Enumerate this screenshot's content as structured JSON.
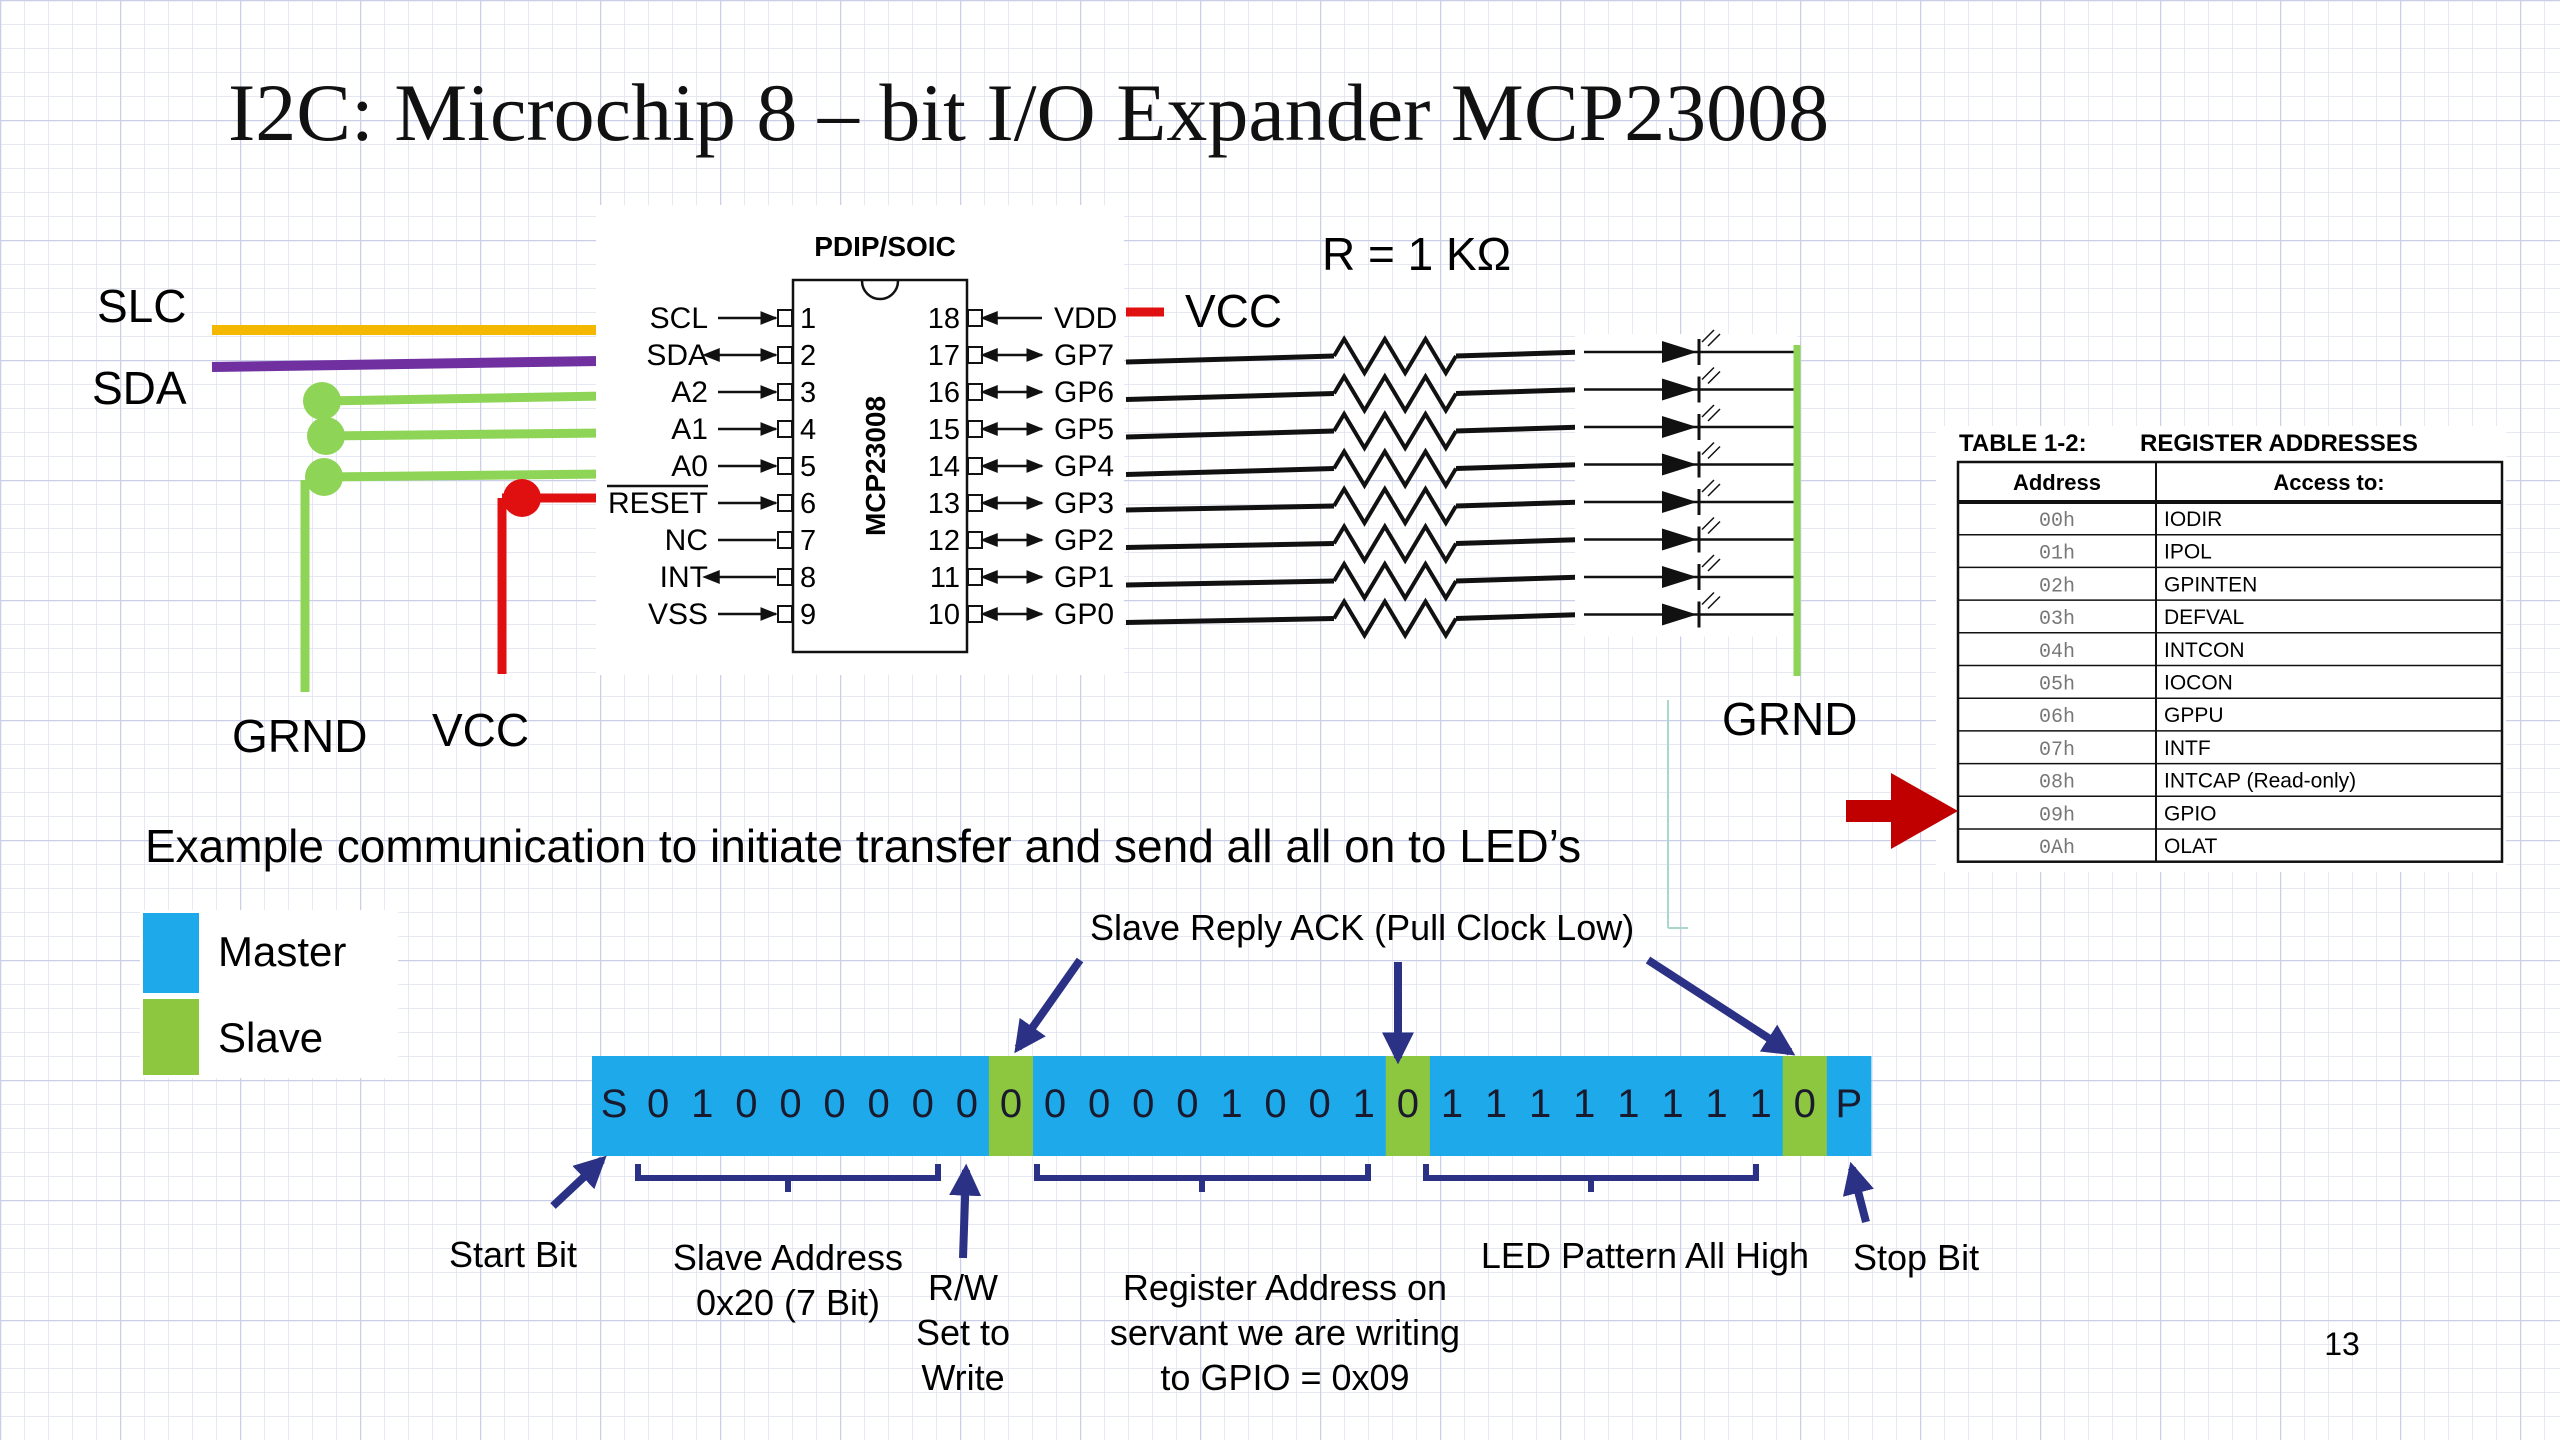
{
  "title": "I2C:  Microchip  8 – bit I/O Expander MCP23008",
  "page_number": "13",
  "colors": {
    "master": "#1eaaea",
    "slave": "#8dc63f",
    "scl_wire": "#f5b800",
    "sda_wire": "#7030a0",
    "ground_wire": "#8ed457",
    "vcc_wire": "#e01010",
    "arrow_navy": "#2b3184",
    "pointer_red": "#c00000",
    "grid": "#c8cfe6"
  },
  "circuit": {
    "slc_label": "SLC",
    "sda_label": "SDA",
    "grnd_left": "GRND",
    "vcc_left": "VCC",
    "vcc_right": "VCC",
    "grnd_right": "GRND",
    "resistor_label": "R = 1 KΩ"
  },
  "chip": {
    "package_label": "PDIP/SOIC",
    "part_label": "MCP23008",
    "left_pins": [
      {
        "name": "SCL",
        "num": "1",
        "dir": "in"
      },
      {
        "name": "SDA",
        "num": "2",
        "dir": "bi"
      },
      {
        "name": "A2",
        "num": "3",
        "dir": "in"
      },
      {
        "name": "A1",
        "num": "4",
        "dir": "in"
      },
      {
        "name": "A0",
        "num": "5",
        "dir": "in"
      },
      {
        "name": "RESET",
        "num": "6",
        "dir": "in"
      },
      {
        "name": "NC",
        "num": "7",
        "dir": "none"
      },
      {
        "name": "INT",
        "num": "8",
        "dir": "out"
      },
      {
        "name": "VSS",
        "num": "9",
        "dir": "in"
      }
    ],
    "right_pins": [
      {
        "name": "VDD",
        "num": "18",
        "dir": "in"
      },
      {
        "name": "GP7",
        "num": "17",
        "dir": "bi"
      },
      {
        "name": "GP6",
        "num": "16",
        "dir": "bi"
      },
      {
        "name": "GP5",
        "num": "15",
        "dir": "bi"
      },
      {
        "name": "GP4",
        "num": "14",
        "dir": "bi"
      },
      {
        "name": "GP3",
        "num": "13",
        "dir": "bi"
      },
      {
        "name": "GP2",
        "num": "12",
        "dir": "bi"
      },
      {
        "name": "GP1",
        "num": "11",
        "dir": "bi"
      },
      {
        "name": "GP0",
        "num": "10",
        "dir": "bi"
      }
    ]
  },
  "register_table": {
    "caption_num": "TABLE 1-2:",
    "caption_title": "REGISTER ADDRESSES",
    "headers": [
      "Address",
      "Access to:"
    ],
    "rows": [
      [
        "00h",
        "IODIR"
      ],
      [
        "01h",
        "IPOL"
      ],
      [
        "02h",
        "GPINTEN"
      ],
      [
        "03h",
        "DEFVAL"
      ],
      [
        "04h",
        "INTCON"
      ],
      [
        "05h",
        "IOCON"
      ],
      [
        "06h",
        "GPPU"
      ],
      [
        "07h",
        "INTF"
      ],
      [
        "08h",
        "INTCAP (Read-only)"
      ],
      [
        "09h",
        "GPIO"
      ],
      [
        "0Ah",
        "OLAT"
      ]
    ]
  },
  "example_text": "Example communication to initiate transfer and send all all on to LED’s",
  "legend": [
    {
      "label": "Master",
      "role": "master"
    },
    {
      "label": "Slave",
      "role": "slave"
    }
  ],
  "bitstream": [
    {
      "bit": "S",
      "role": "master"
    },
    {
      "bit": "0",
      "role": "master"
    },
    {
      "bit": "1",
      "role": "master"
    },
    {
      "bit": "0",
      "role": "master"
    },
    {
      "bit": "0",
      "role": "master"
    },
    {
      "bit": "0",
      "role": "master"
    },
    {
      "bit": "0",
      "role": "master"
    },
    {
      "bit": "0",
      "role": "master"
    },
    {
      "bit": "0",
      "role": "master"
    },
    {
      "bit": "0",
      "role": "slave"
    },
    {
      "bit": "0",
      "role": "master"
    },
    {
      "bit": "0",
      "role": "master"
    },
    {
      "bit": "0",
      "role": "master"
    },
    {
      "bit": "0",
      "role": "master"
    },
    {
      "bit": "1",
      "role": "master"
    },
    {
      "bit": "0",
      "role": "master"
    },
    {
      "bit": "0",
      "role": "master"
    },
    {
      "bit": "1",
      "role": "master"
    },
    {
      "bit": "0",
      "role": "slave"
    },
    {
      "bit": "1",
      "role": "master"
    },
    {
      "bit": "1",
      "role": "master"
    },
    {
      "bit": "1",
      "role": "master"
    },
    {
      "bit": "1",
      "role": "master"
    },
    {
      "bit": "1",
      "role": "master"
    },
    {
      "bit": "1",
      "role": "master"
    },
    {
      "bit": "1",
      "role": "master"
    },
    {
      "bit": "1",
      "role": "master"
    },
    {
      "bit": "0",
      "role": "slave"
    },
    {
      "bit": "P",
      "role": "master"
    }
  ],
  "annotations": {
    "ack": "Slave Reply ACK (Pull Clock Low)",
    "start_bit": "Start Bit",
    "slave_address": [
      "Slave Address",
      "0x20 (7 Bit)"
    ],
    "rw": [
      "R/W",
      "Set to",
      "Write"
    ],
    "register_address": [
      "Register Address on",
      "servant we are writing",
      "to GPIO = 0x09"
    ],
    "led_pattern": "LED Pattern All High",
    "stop_bit": "Stop Bit"
  }
}
